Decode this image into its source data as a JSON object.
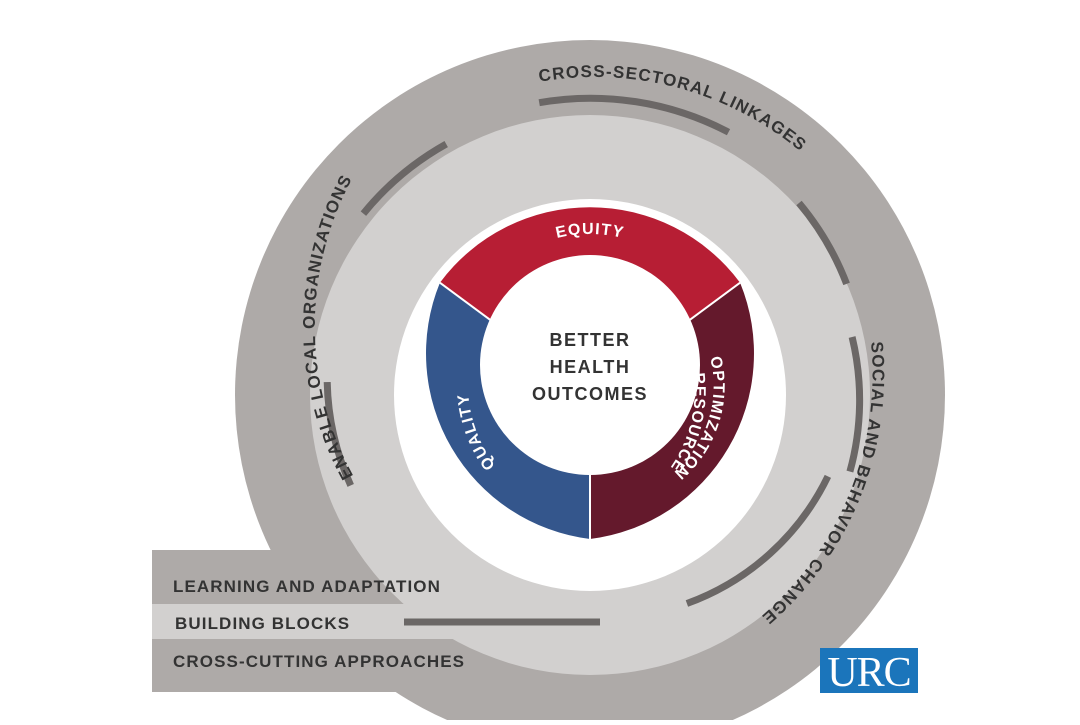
{
  "diagram": {
    "center": {
      "lines": [
        "BETTER",
        "HEALTH",
        "OUTCOMES"
      ]
    },
    "inner_ring": [
      {
        "label": "EQUITY",
        "color": "#b71e34"
      },
      {
        "label": "RESOURCE",
        "label2": "OPTIMIZATION",
        "color": "#64192c"
      },
      {
        "label": "QUALITY",
        "color": "#34568c"
      }
    ],
    "outer_ring": {
      "cross_sectoral": "CROSS-SECTORAL LINKAGES",
      "social_behavior": "SOCIAL AND BEHAVIOR CHANGE",
      "enable_local": "ENABLE LOCAL ORGANIZATIONS"
    },
    "bottom_bands": {
      "learning": "LEARNING AND ADAPTATION",
      "building": "BUILDING BLOCKS",
      "cross_cutting": "CROSS-CUTTING APPROACHES"
    },
    "logo": {
      "text": "URC",
      "color": "#1b75bb"
    },
    "colors": {
      "outer_gray": "#aeaaa8",
      "middle_gray": "#d2d0cf",
      "dash_gray": "#6b6766"
    }
  }
}
